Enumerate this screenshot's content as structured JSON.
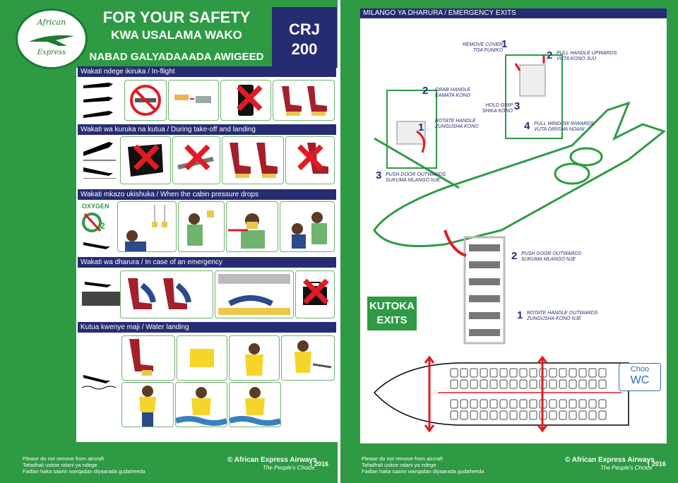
{
  "header": {
    "logo_line1": "African",
    "logo_line2": "Express",
    "title_en": "FOR YOUR SAFETY",
    "title_sw": "KWA USALAMA WAKO",
    "title_so": "NABAD GALYADAAADA AWIGEED",
    "model_line1": "CRJ",
    "model_line2": "200"
  },
  "sections": [
    {
      "title": "Wakati ndege ikiruka / In-flight"
    },
    {
      "title": "Wakati wa kuruka na kutua / During take-off and landing"
    },
    {
      "title": "Wakati mkazo ukishuka /  When the cabin pressure drops"
    },
    {
      "title": "Wakati wa dharura / In case of an emergency"
    },
    {
      "title": "Kutua kwenye maji / Water landing"
    }
  ],
  "oxygen_label": "OXYGEN",
  "oxygen_sub": "2",
  "right": {
    "title": "MILANGO YA DHARURA / EMERGENCY EXITS",
    "steps": [
      {
        "num": "1",
        "text1": "REMOVE COVER",
        "text2": "TOA FUNIKO"
      },
      {
        "num": "2",
        "text1": "PULL HANDLE UPWARDS",
        "text2": "VUTA KONO JUU"
      },
      {
        "num": "3",
        "text1": "HOLD GRIP",
        "text2": "SHIKA KONO"
      },
      {
        "num": "4",
        "text1": "PULL WINDOW INWARDS",
        "text2": "VUTA DIRISHA NDANI"
      },
      {
        "num": "2",
        "text1": "GRAB HANDLE",
        "text2": "KAMATA KONO"
      },
      {
        "num": "1",
        "text1": "ROTATE HANDLE",
        "text2": "ZUNGUSHA KONO"
      },
      {
        "num": "3",
        "text1": "PUSH DOOR OUTWARDS",
        "text2": "SUKUMA MLANGO NJE"
      },
      {
        "num": "2",
        "text1": "PUSH DOOR OUTWARDS",
        "text2": "SUKUMA MLANGO NJE"
      },
      {
        "num": "1",
        "text1": "ROTATE HANDLE OUTWARDS",
        "text2": "ZUNGUSHA KONO NJE"
      }
    ],
    "exits_line1": "KUTOKA",
    "exits_line2": "EXITS",
    "wc_line1": "Choo",
    "wc_line2": "WC"
  },
  "footer": {
    "line1": "Please do not remove from aircraft",
    "line2": "Tafadhali usitoe ndani ya ndege",
    "line3": "Fadlan haka saarin warqadan diyaarada gudaheeda",
    "brand": "© African Express Airways",
    "tagline": "The People's Choice",
    "year": "2016"
  },
  "colors": {
    "green": "#2e9a43",
    "navy": "#262c72",
    "red": "#e11b22"
  }
}
